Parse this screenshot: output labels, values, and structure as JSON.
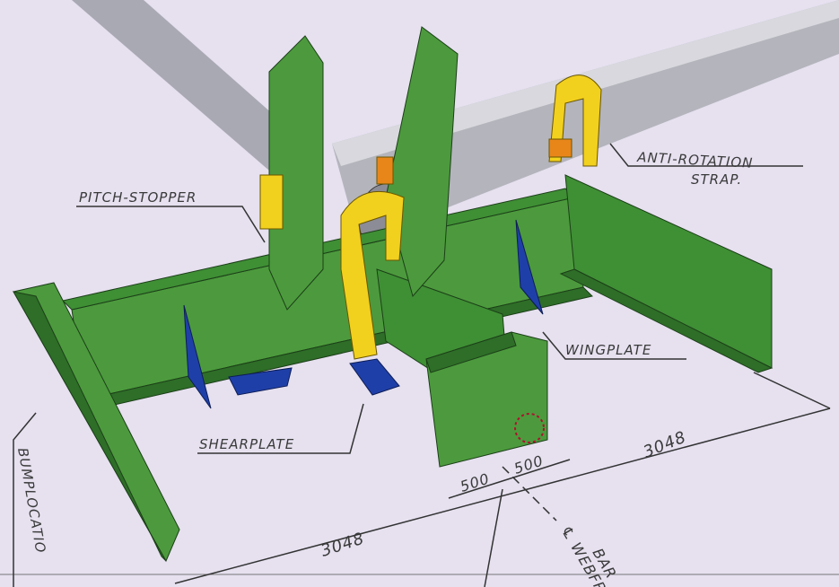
{
  "labels": {
    "pitch_stopper": "PITCH-STOPPER",
    "anti_rotation_1": "ANTI-ROTATION",
    "anti_rotation_2": "STRAP.",
    "wingplate": "WINGPLATE",
    "shearplate": "SHEARPLATE",
    "bump_location": "BUMPLOCATIO",
    "centerline_1": "℄ WEBFR",
    "centerline_2": "BAR"
  },
  "dimensions": {
    "dim_500_a": "500",
    "dim_500_b": "500",
    "dim_3048_right": "3048",
    "dim_3048_left": "3048"
  },
  "colors": {
    "background": "#e6e0ef",
    "steel_green": "#3f8f35",
    "steel_green_dark": "#2e6e28",
    "yellow": "#f2d01e",
    "orange": "#e8861a",
    "blue": "#1f3fa8",
    "pipe_gray": "#a9a9b3"
  }
}
